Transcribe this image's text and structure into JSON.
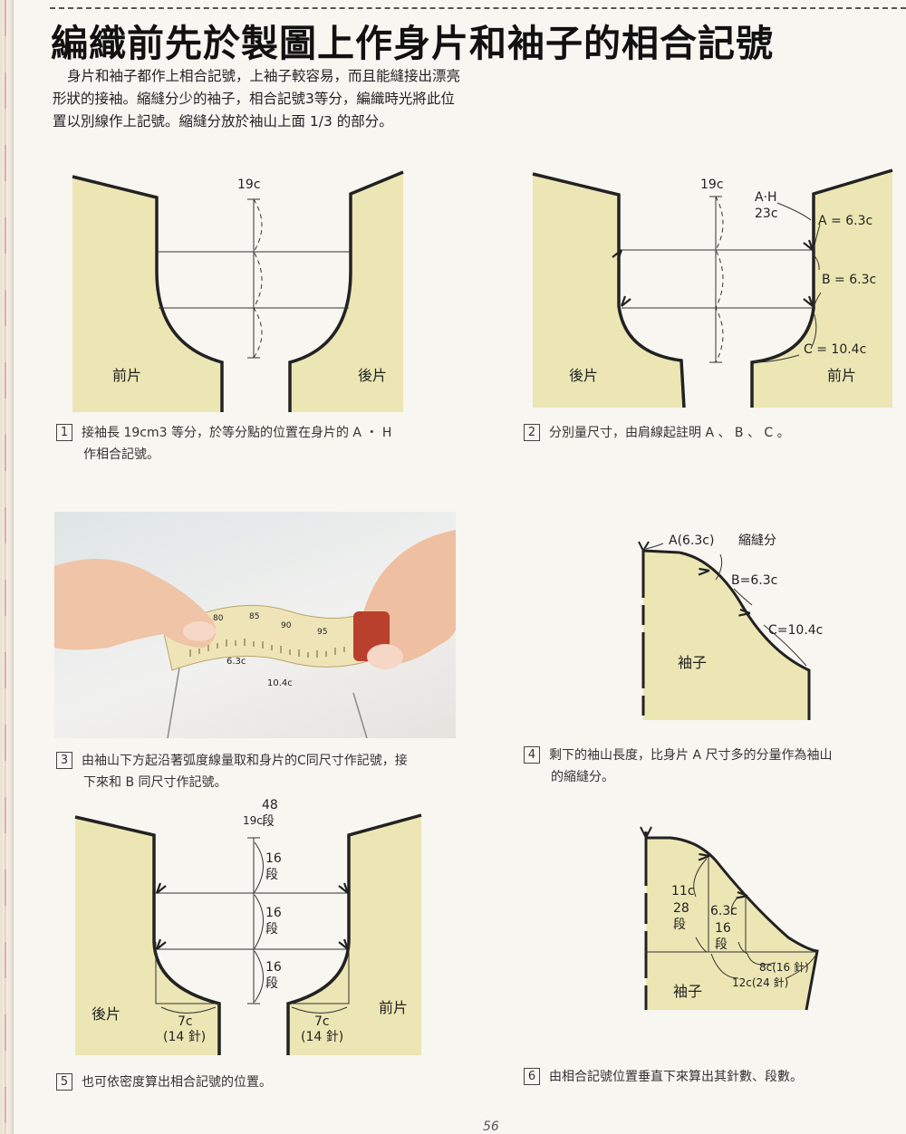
{
  "title": "編織前先於製圖上作身片和袖子的相合記號",
  "intro": "身片和袖子都作上相合記號，上袖子較容易，而且能縫接出漂亮形狀的接袖。縮縫分少的袖子，相合記號3等分，編織時光將此位置以別線作上記號。縮縫分放於袖山上面 1/3 的部分。",
  "fig1": {
    "dim": "19c",
    "left_label": "前片",
    "right_label": "後片"
  },
  "fig2": {
    "dim": "19c",
    "ah": "A·H",
    "ah_val": "23c",
    "a": "A = 6.3c",
    "b": "B = 6.3c",
    "c": "C = 10.4c",
    "left_label": "後片",
    "right_label": "前片"
  },
  "fig4": {
    "a": "A(6.3c)",
    "ease": "縮縫分",
    "b": "B=6.3c",
    "c": "C=10.4c",
    "label": "袖子"
  },
  "fig5": {
    "dim": "19c",
    "total_rows": "48",
    "rows_unit": "段",
    "seg_rows": "16",
    "left_label": "後片",
    "right_label": "前片",
    "width": "7c",
    "stitches": "(14 針)"
  },
  "fig6": {
    "h1": "11c",
    "h1_rows": "28",
    "h2": "6.3c",
    "h2_rows": "16",
    "rows_unit": "段",
    "w1": "8c(16 針)",
    "w2": "12c(24 針)",
    "label": "袖子"
  },
  "captions": [
    {
      "num": "1",
      "line1": "接袖長 19cm3 等分，於等分點的位置在身片的 A ・ H",
      "line2": "作相合記號。"
    },
    {
      "num": "2",
      "line1": "分別量尺寸，由肩線起註明 A 、 B 、 C 。"
    },
    {
      "num": "3",
      "line1": "由袖山下方起沿著弧度線量取和身片的C同尺寸作記號，接",
      "line2": "下來和 B 同尺寸作記號。"
    },
    {
      "num": "4",
      "line1": "剩下的袖山長度，比身片 A 尺寸多的分量作為袖山",
      "line2": "的縮縫分。"
    },
    {
      "num": "5",
      "line1": "也可依密度算出相合記號的位置。"
    },
    {
      "num": "6",
      "line1": "由相合記號位置垂直下來算出其針數、段數。"
    }
  ],
  "photo": {
    "tape_marks": [
      "80",
      "85",
      "90",
      "95",
      "6.3c",
      "10.4c"
    ]
  },
  "page_number": "56",
  "colors": {
    "fill": "#ece6b4",
    "line": "#222222"
  }
}
